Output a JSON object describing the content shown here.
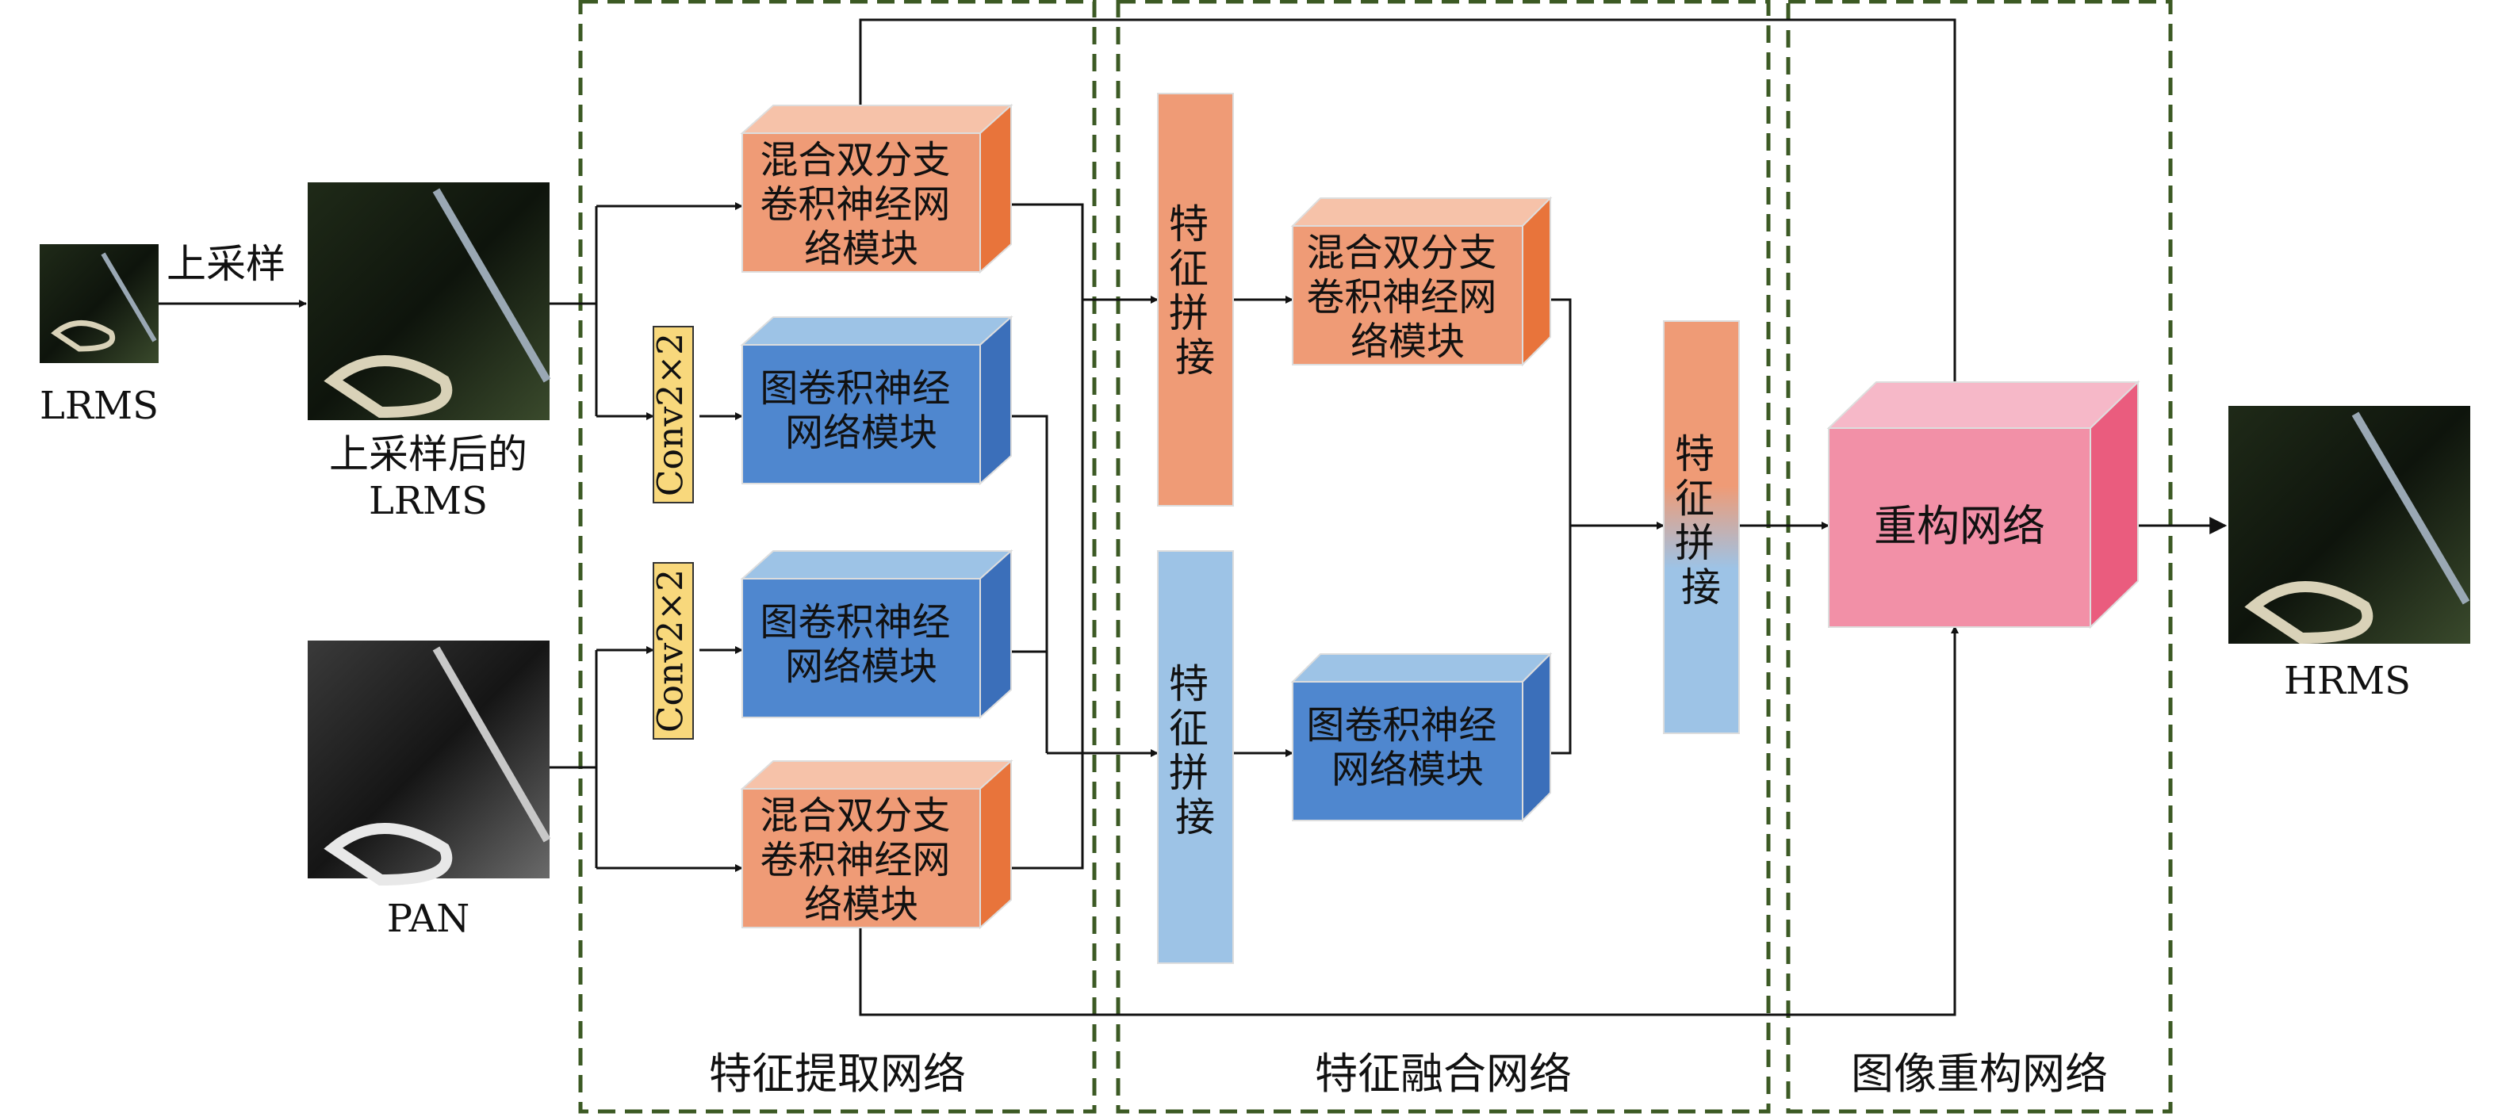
{
  "inputs": {
    "lrms": "LRMS",
    "upsample_arrow": "上采样",
    "upsampled_line1": "上采样后的",
    "upsampled_line2": "LRMS",
    "pan": "PAN"
  },
  "output": {
    "hrms": "HRMS"
  },
  "conv_label": "Conv2×2",
  "blocks": {
    "hybrid": [
      "混合双分支",
      "卷积神经网",
      "络模块"
    ],
    "graph": [
      "图卷积神经",
      "网络模块"
    ],
    "concat_chars": [
      "特",
      "征",
      "拼",
      "接"
    ],
    "recon": "重构网络"
  },
  "sections": {
    "extract": "特征提取网络",
    "fusion": "特征融合网络",
    "recon": "图像重构网络"
  },
  "colors": {
    "orange_front": "#ef9b76",
    "orange_top": "#f6c2a9",
    "orange_side": "#e8743b",
    "blue_front": "#4f87cf",
    "blue_top": "#9dc3e6",
    "blue_side": "#3b6fba",
    "light_blue": "#9dc3e6",
    "pink_front": "#f290a7",
    "pink_top": "#f6b8c8",
    "pink_side": "#ea5c7e",
    "yellow": "#f8d87c",
    "dashed_green": "#3c5a24"
  }
}
